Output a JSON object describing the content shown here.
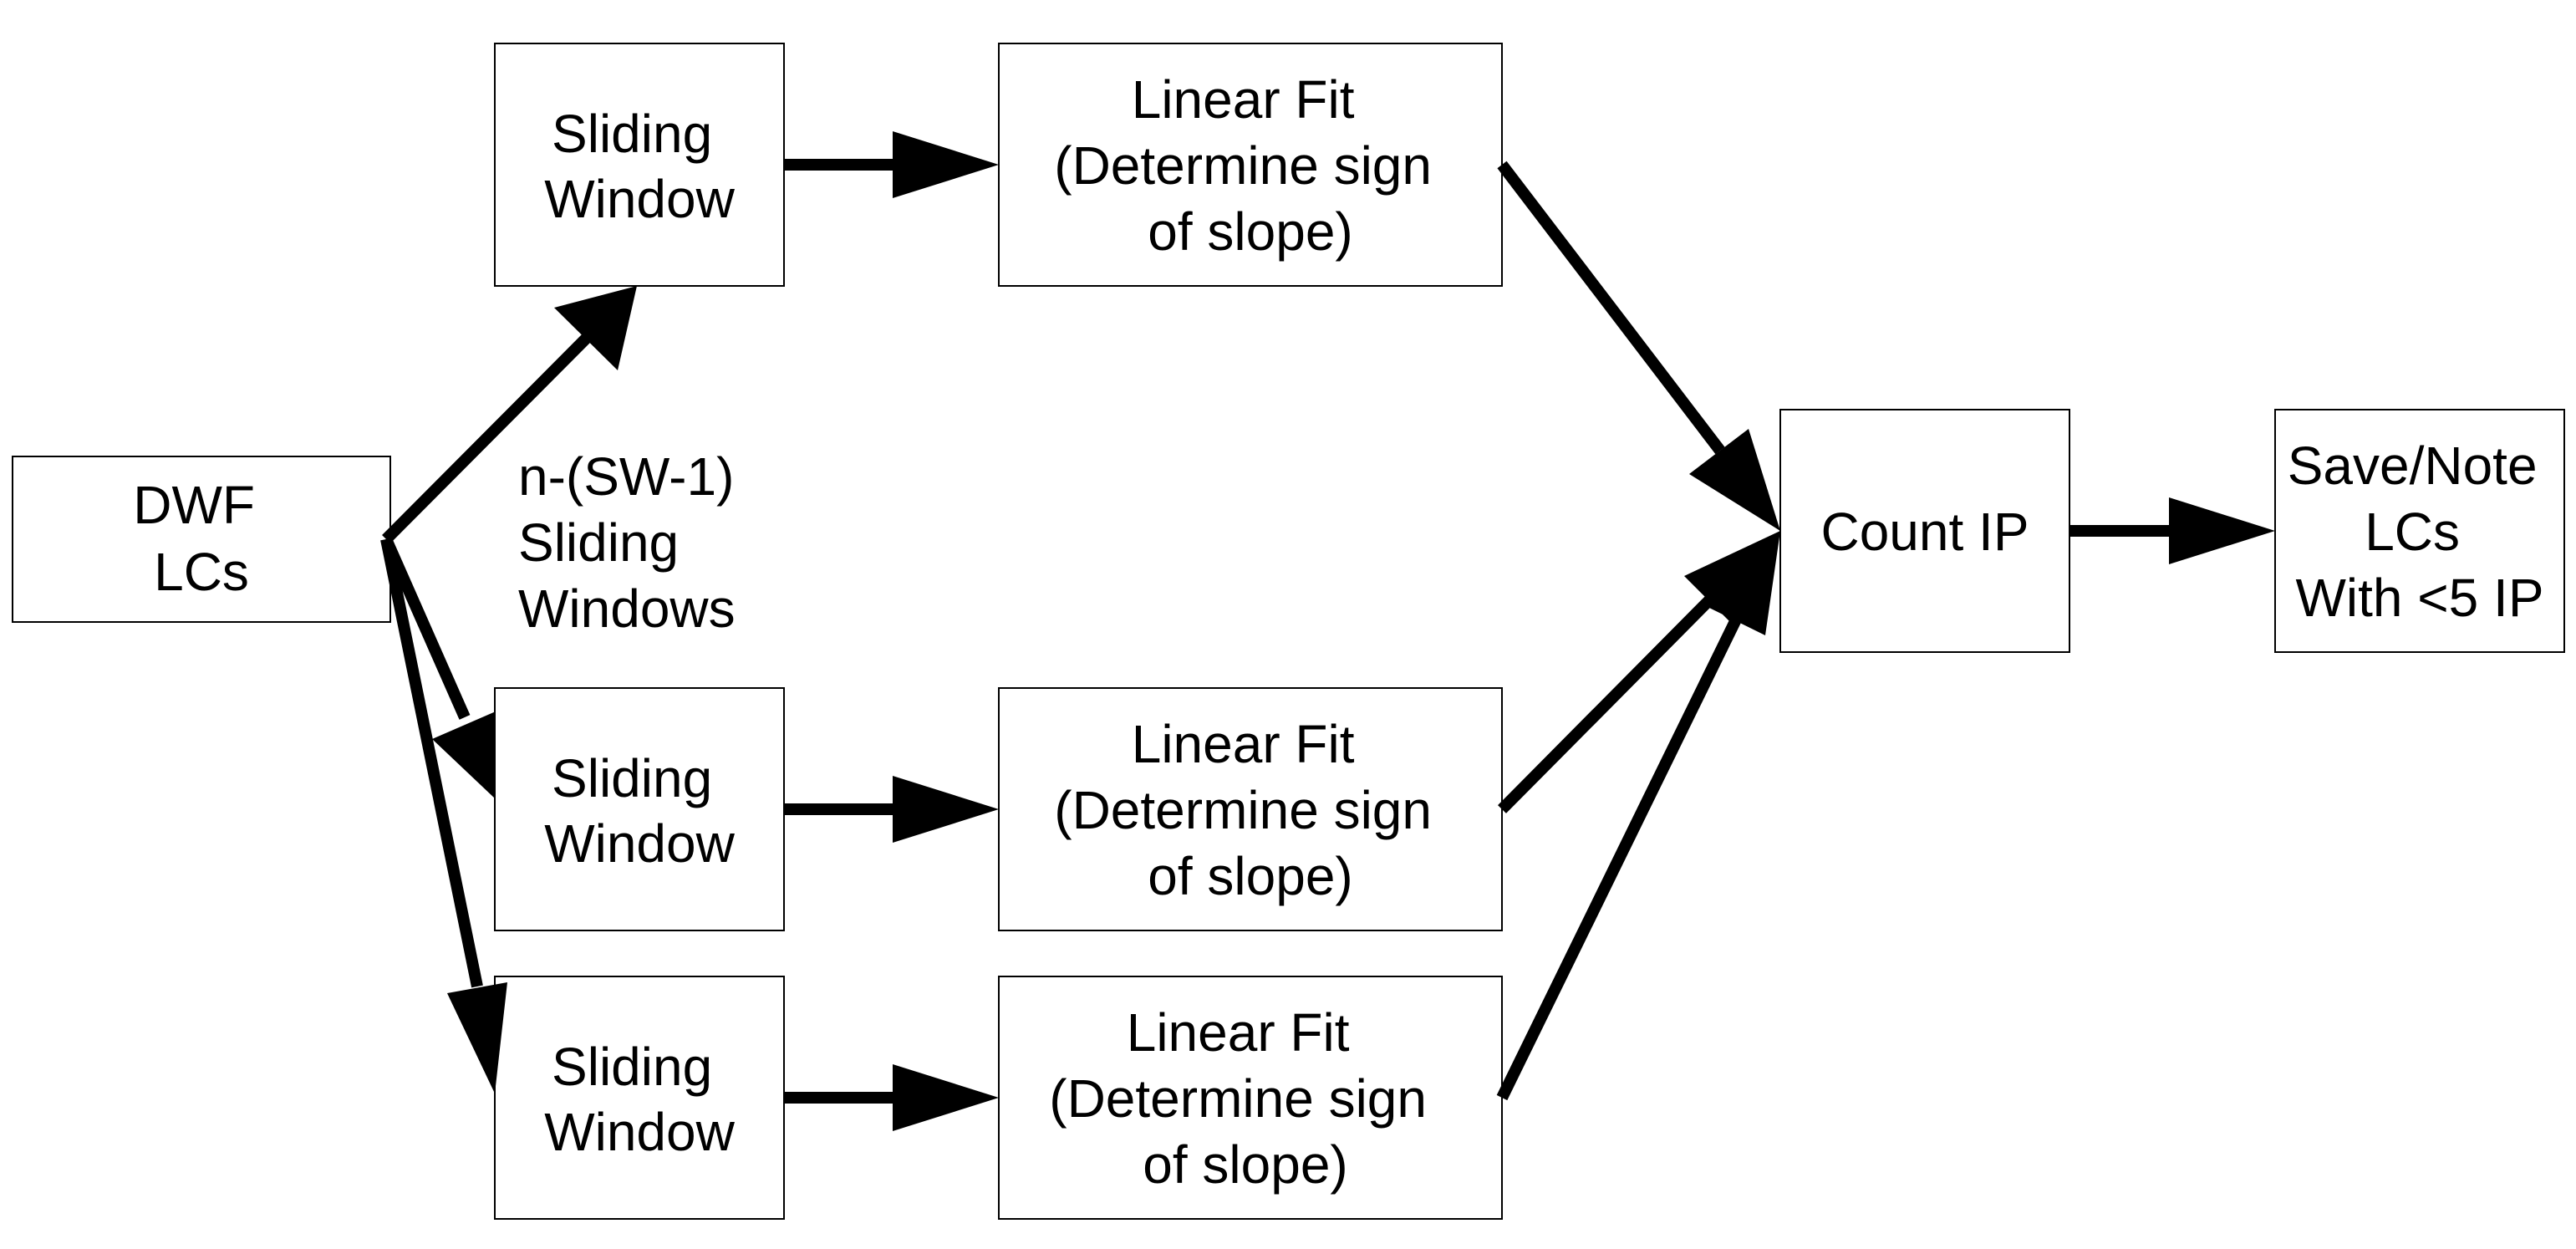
{
  "nodes": {
    "dwf": [
      "DWF",
      "LCs"
    ],
    "sw_top": [
      "Sliding",
      "Window"
    ],
    "sw_mid": [
      "Sliding",
      "Window"
    ],
    "sw_bot": [
      "Sliding",
      "Window"
    ],
    "lf_top": [
      "Linear Fit",
      "(Determine sign",
      "of slope)"
    ],
    "lf_mid": [
      "Linear Fit",
      "(Determine sign",
      "of slope)"
    ],
    "lf_bot": [
      "Linear Fit",
      "(Determine sign",
      "of slope)"
    ],
    "count": [
      "Count IP"
    ],
    "save": [
      "Save/Note",
      "LCs",
      "With <5 IP"
    ]
  },
  "annotation": [
    "n-(SW-1)",
    "Sliding",
    "Windows"
  ],
  "colors": {
    "stroke": "#000000",
    "fill": "#ffffff",
    "text": "#000000"
  }
}
